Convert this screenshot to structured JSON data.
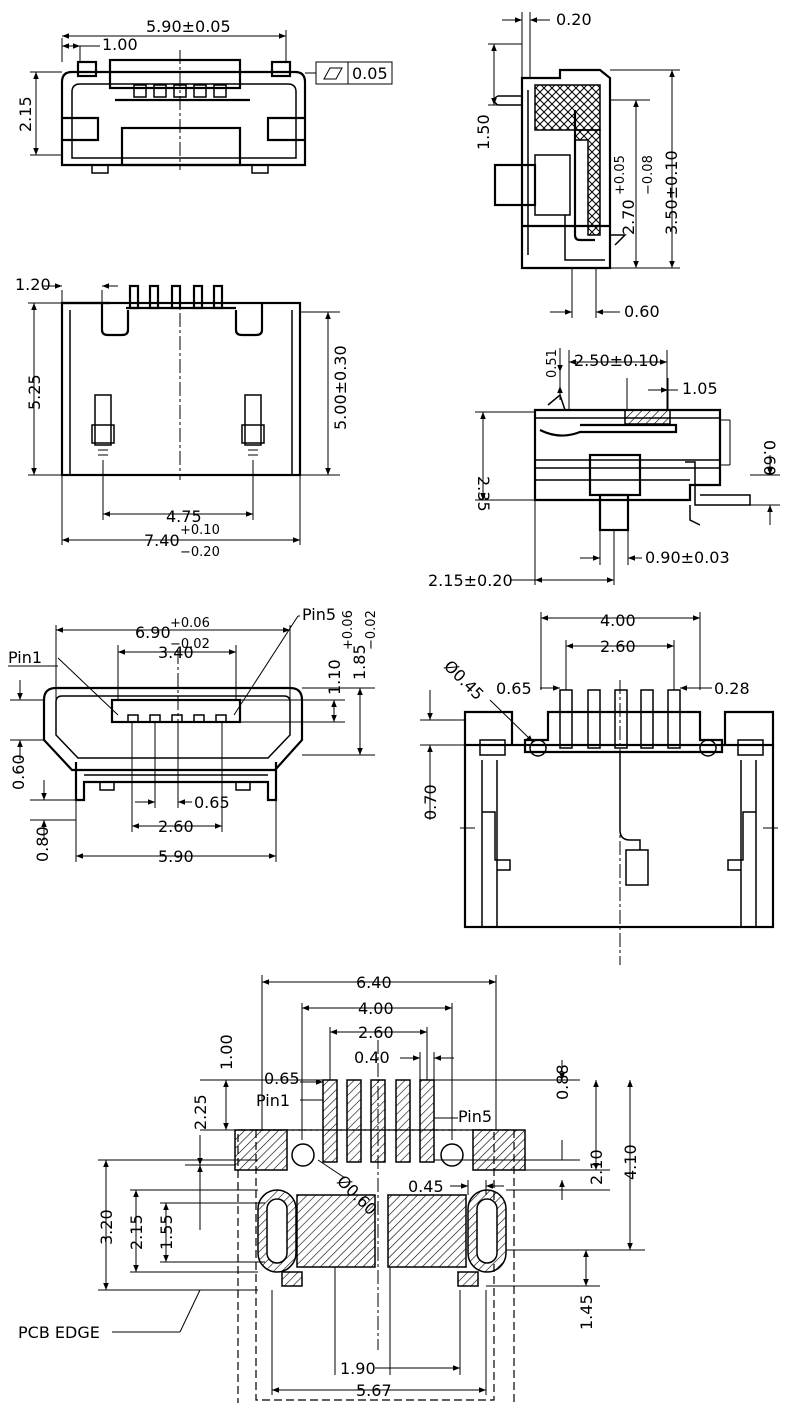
{
  "views": {
    "top_front": {
      "dims": {
        "width_total": "5.90±0.05",
        "left_offset": "1.00",
        "height": "2.15",
        "flatness_tol": "0.05"
      }
    },
    "side_section": {
      "dims": {
        "thickness": "0.20",
        "lead_height": "1.50",
        "body_h_main": "2.70",
        "body_h_tol_plus": "+0.05",
        "body_h_tol_minus": "−0.08",
        "overall_h": "3.50±0.10",
        "shell_t": "0.60"
      }
    },
    "bottom_view": {
      "dims": {
        "tab_offset": "1.20",
        "depth": "5.25",
        "depth_tol": "5.00±0.30",
        "peg_spacing": "4.75",
        "width_main": "7.40",
        "width_tol_plus": "+0.10",
        "width_tol_minus": "−0.20"
      }
    },
    "side_view": {
      "dims": {
        "gap": "0.51",
        "length": "2.50±0.10",
        "latch": "1.05",
        "height": "2.35",
        "standoff": "0.60",
        "peg_w": "0.90±0.03",
        "peg_pos": "2.15±0.20"
      }
    },
    "front_view": {
      "labels": {
        "pin1": "Pin1",
        "pin5": "Pin5"
      },
      "dims": {
        "opening_main": "6.90",
        "opening_plus": "+0.06",
        "opening_minus": "−0.02",
        "tongue": "3.40",
        "tongue_h": "1.10",
        "h_main": "1.85",
        "h_plus": "+0.06",
        "h_minus": "−0.02",
        "side_h": "0.60",
        "pitch": "0.65",
        "span": "2.60",
        "foot_h": "0.80",
        "width": "5.90"
      }
    },
    "top_view": {
      "dims": {
        "pin_outer": "4.00",
        "pin_span": "2.60",
        "hole_d": "Ø0.45",
        "pitch": "0.65",
        "pin_w": "0.28",
        "offset": "0.70"
      }
    },
    "pcb_layout": {
      "labels": {
        "pcb_edge": "PCB EDGE",
        "pin1": "Pin1",
        "pin5": "Pin5"
      },
      "dims": {
        "outer_w": "6.40",
        "pad_outer": "4.00",
        "pad_span": "2.60",
        "pad_w": "0.40",
        "pitch": "0.65",
        "pad_len": "1.00",
        "pad_h": "0.88",
        "row_off": "2.25",
        "hole_d": "Ø0.60",
        "slot_gap": "0.45",
        "h_325": "3.20",
        "h_215": "2.15",
        "h_155": "1.55",
        "r_210": "2.10",
        "r_410": "4.10",
        "r_145": "1.45",
        "center_w": "1.90",
        "total_w": "5.67"
      }
    }
  }
}
